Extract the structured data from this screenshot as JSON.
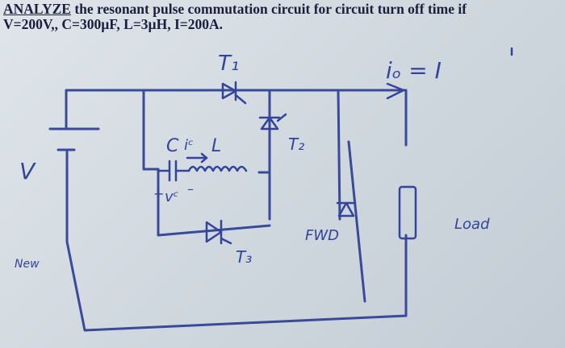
{
  "question": {
    "keyword": "ANALYZE",
    "line1_rest": " the resonant pulse commutation circuit for circuit turn off time if",
    "line2": "V=200V,, C=300µF, L=3µH, I=200A."
  },
  "labels": {
    "t1": "T₁",
    "t2": "T₂",
    "t3": "T₃",
    "io": "iₒ = I",
    "c": "C",
    "ic": "iᶜ",
    "l": "L",
    "vc": "vᶜ",
    "plus": "+",
    "minus": "–",
    "v": "V",
    "fwd": "FWD",
    "load": "Load",
    "note": "New"
  }
}
